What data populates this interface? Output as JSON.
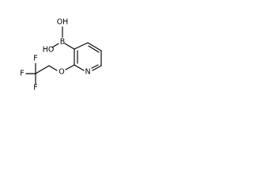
{
  "diagram": {
    "labels": {
      "oh_top": "OH",
      "ho_left": "HO",
      "boron": "B",
      "f_left": "F",
      "f_top": "F",
      "f_bottom": "F",
      "oxygen": "O",
      "nitrogen": "N"
    },
    "colors": {
      "bond": "#000000",
      "label": "#000000",
      "background": "#ffffff"
    }
  }
}
